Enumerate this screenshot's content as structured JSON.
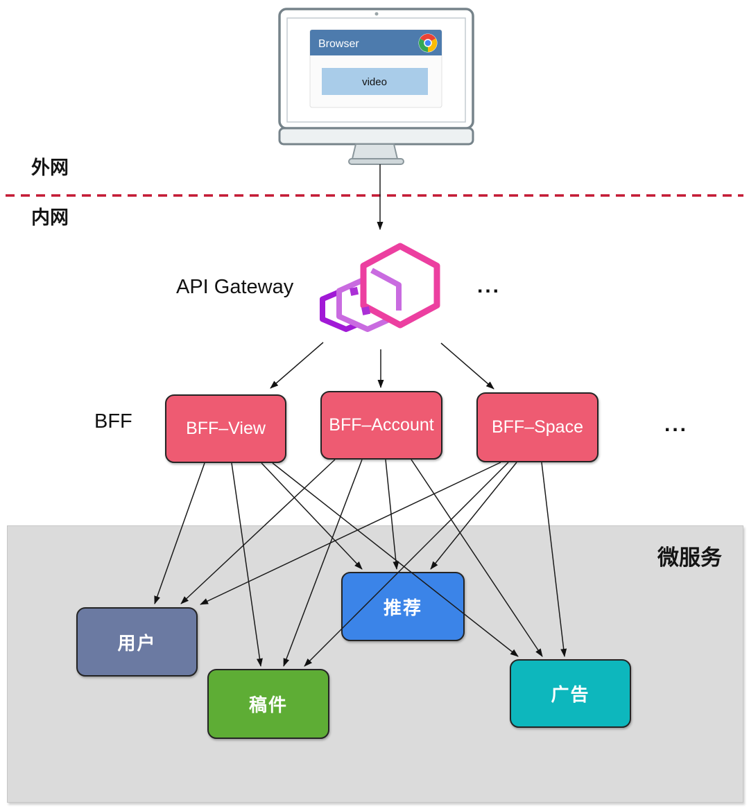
{
  "diagram": {
    "zones": {
      "external_label": "外网",
      "internal_label": "内网"
    },
    "browser": {
      "window_title": "Browser",
      "content_label": "video"
    },
    "gateway": {
      "label": "API Gateway",
      "more": "..."
    },
    "bff": {
      "group_label": "BFF",
      "more": "...",
      "services": [
        {
          "label": "BFF–View"
        },
        {
          "label": "BFF–Account"
        },
        {
          "label": "BFF–Space"
        }
      ]
    },
    "microservices": {
      "group_label": "微服务",
      "services": [
        {
          "label": "用户"
        },
        {
          "label": "推荐"
        },
        {
          "label": "稿件"
        },
        {
          "label": "广告"
        }
      ]
    },
    "connections": [
      {
        "from": "browser",
        "to": "api-gateway"
      },
      {
        "from": "api-gateway",
        "to": "BFF–View"
      },
      {
        "from": "api-gateway",
        "to": "BFF–Account"
      },
      {
        "from": "api-gateway",
        "to": "BFF–Space"
      },
      {
        "from": "BFF–View",
        "to": "用户"
      },
      {
        "from": "BFF–View",
        "to": "推荐"
      },
      {
        "from": "BFF–View",
        "to": "稿件"
      },
      {
        "from": "BFF–View",
        "to": "广告"
      },
      {
        "from": "BFF–Account",
        "to": "用户"
      },
      {
        "from": "BFF–Account",
        "to": "推荐"
      },
      {
        "from": "BFF–Account",
        "to": "稿件"
      },
      {
        "from": "BFF–Account",
        "to": "广告"
      },
      {
        "from": "BFF–Space",
        "to": "用户"
      },
      {
        "from": "BFF–Space",
        "to": "推荐"
      },
      {
        "from": "BFF–Space",
        "to": "稿件"
      },
      {
        "from": "BFF–Space",
        "to": "广告"
      }
    ],
    "colors": {
      "bff_box": "#ee5b72",
      "user_box": "#6b7aa2",
      "recommend_box": "#3b84e8",
      "submission_box": "#5ead35",
      "ad_box": "#0db7bd",
      "panel": "#dbdbdb",
      "divider": "#c41934",
      "browser_header": "#4d7bad",
      "video_bar": "#a9cce9",
      "gateway_logo_front": "#ec3fa0",
      "gateway_logo_middle": "#c96be0",
      "gateway_logo_back": "#a11ad6"
    }
  }
}
